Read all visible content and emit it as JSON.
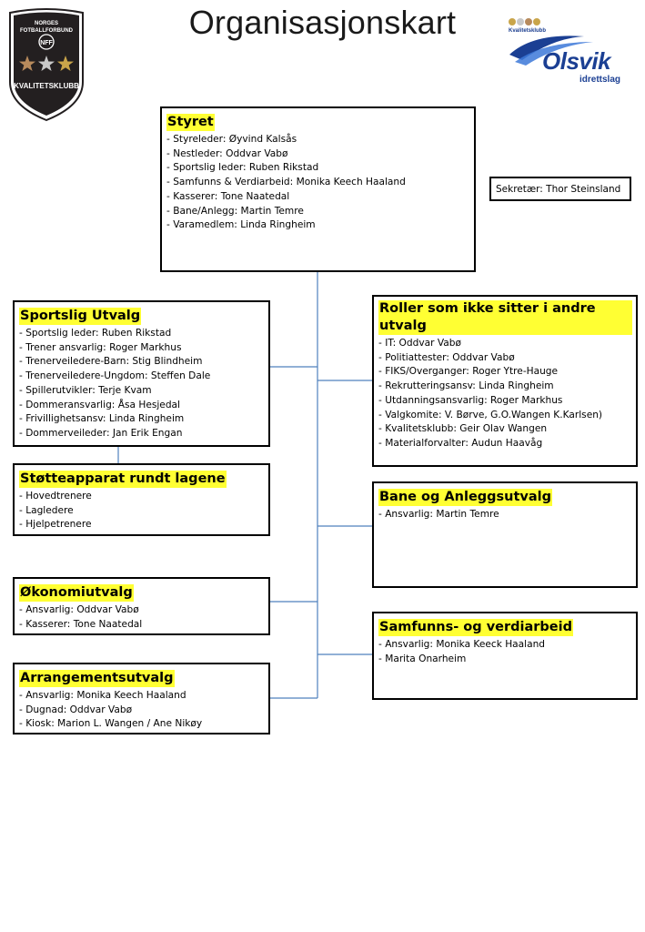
{
  "page": {
    "title": "Organisasjonskart"
  },
  "badge": {
    "top_line1": "NORGES",
    "top_line2": "FOTBALLFORBUND",
    "monogram": "NFF",
    "bottom": "KVALITETSKLUBB"
  },
  "olsvik_logo": {
    "small_label": "Kvalitetsklubb",
    "name": "Olsvik",
    "subtitle": "idrettslag"
  },
  "colors": {
    "highlight": "#ffff33",
    "connector": "#4f81bd",
    "badge": "#231f20",
    "olsvik_blue": "#1b3f93"
  },
  "styret": {
    "title": "Styret",
    "items": [
      "- Styreleder: Øyvind Kalsås",
      "- Nestleder: Oddvar Vabø",
      "- Sportslig leder: Ruben Rikstad",
      "- Samfunns & Verdiarbeid: Monika Keech Haaland",
      "- Kasserer: Tone Naatedal",
      "- Bane/Anlegg: Martin Temre",
      "- Varamedlem: Linda Ringheim"
    ]
  },
  "sekretaer": "Sekretær: Thor Steinsland",
  "sportslig": {
    "title": "Sportslig Utvalg",
    "items": [
      "- Sportslig leder: Ruben Rikstad",
      "- Trener ansvarlig: Roger Markhus",
      "- Trenerveiledere-Barn: Stig Blindheim",
      "- Trenerveiledere-Ungdom: Steffen Dale",
      "- Spillerutvikler: Terje Kvam",
      "- Dommeransvarlig: Åsa Hesjedal",
      "- Frivillighetsansv: Linda Ringheim",
      "- Dommerveileder: Jan Erik Engan"
    ]
  },
  "stotte": {
    "title": "Støtteapparat rundt lagene",
    "items": [
      "- Hovedtrenere",
      "- Lagledere",
      "- Hjelpetrenere"
    ]
  },
  "okonomi": {
    "title": "Økonomiutvalg",
    "items": [
      "- Ansvarlig: Oddvar Vabø",
      "- Kasserer: Tone Naatedal"
    ]
  },
  "arrangement": {
    "title": "Arrangementsutvalg",
    "items": [
      "- Ansvarlig: Monika Keech Haaland",
      "- Dugnad: Oddvar Vabø",
      "- Kiosk: Marion L. Wangen / Ane Nikøy"
    ]
  },
  "roller": {
    "title": "Roller som ikke sitter i andre utvalg",
    "items": [
      "- IT: Oddvar Vabø",
      "- Politiattester: Oddvar Vabø",
      "- FIKS/Overganger: Roger Ytre-Hauge",
      "- Rekrutteringsansv: Linda Ringheim",
      "- Utdanningsansvarlig: Roger Markhus",
      "- Valgkomite: V. Børve, G.O.Wangen K.Karlsen)",
      "- Kvalitetsklubb: Geir Olav Wangen",
      "- Materialforvalter: Audun Haavåg"
    ]
  },
  "bane": {
    "title": "Bane og Anleggsutvalg",
    "items": [
      "- Ansvarlig: Martin Temre"
    ]
  },
  "samfunn": {
    "title": "Samfunns- og verdiarbeid",
    "items": [
      "- Ansvarlig: Monika Keeck Haaland",
      "- Marita Onarheim"
    ]
  }
}
